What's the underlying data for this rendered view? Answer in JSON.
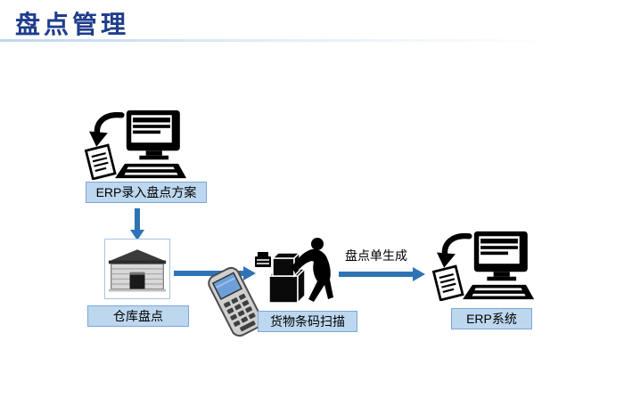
{
  "page": {
    "title": "盘点管理"
  },
  "diagram": {
    "nodes": [
      {
        "id": "erp-entry",
        "label": "ERP录入盘点方案"
      },
      {
        "id": "warehouse-check",
        "label": "仓库盘点"
      },
      {
        "id": "barcode-scan",
        "label": "货物条码扫描"
      },
      {
        "id": "erp-system",
        "label": "ERP系统"
      }
    ],
    "edges": [
      {
        "from": "erp-entry",
        "to": "warehouse-check",
        "label": ""
      },
      {
        "from": "warehouse-check",
        "to": "barcode-scan",
        "label": ""
      },
      {
        "from": "barcode-scan",
        "to": "erp-system",
        "label": "盘点单生成"
      }
    ]
  },
  "icons": {
    "step1": "computer-with-document-icon",
    "step2": "warehouse-icon",
    "step3a": "handheld-scanner-icon",
    "step3b": "worker-scanning-boxes-icon",
    "step4": "computer-with-document-icon"
  },
  "colors": {
    "title": "#1F3D8C",
    "label_fill": "#BDD7EE",
    "label_border": "#7BA7D7",
    "arrow": "#2E74B5",
    "background": "#FFFFFF"
  }
}
